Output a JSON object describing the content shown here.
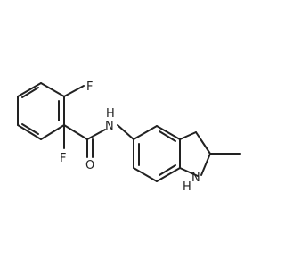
{
  "molecule": {
    "atoms": {
      "f_top": "F",
      "f_bottom": "F",
      "o": "O",
      "n": "N",
      "n_h": "H",
      "nh_ring": "H",
      "nh_ring_n": "N"
    },
    "colors": {
      "bond": "#222222",
      "background": "#ffffff"
    }
  }
}
